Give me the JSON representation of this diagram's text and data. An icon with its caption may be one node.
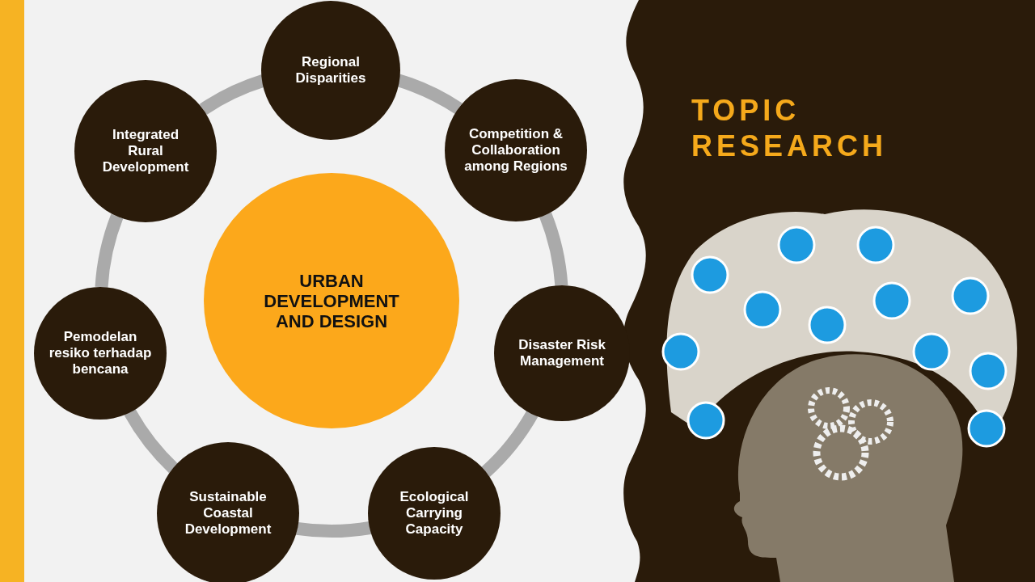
{
  "diagram": {
    "title": "TOPIC RESEARCH",
    "nodes": [
      {
        "text": [
          "URBAN DEVELOPMENT AND DESIGN"
        ]
      },
      {
        "text": [
          "Regional Disparities"
        ]
      },
      {
        "text": [
          "Competition & Collaboration among Regions"
        ]
      },
      {
        "text": [
          "Disaster Risk Management"
        ]
      },
      {
        "text": [
          "Ecological Carrying Capacity"
        ]
      },
      {
        "text": [
          "Sustainable Coastal Development"
        ]
      },
      {
        "text": [
          "Pemodelan resiko terhadap bencana"
        ]
      },
      {
        "text": [
          "Integrated Rural Development"
        ]
      }
    ],
    "edges": [
      {
        "from": 1,
        "to": 2,
        "arrow": "none"
      },
      {
        "from": 2,
        "to": 3,
        "arrow": "none"
      },
      {
        "from": 3,
        "to": 4,
        "arrow": "none"
      },
      {
        "from": 4,
        "to": 5,
        "arrow": "none"
      },
      {
        "from": 5,
        "to": 6,
        "arrow": "none"
      },
      {
        "from": 6,
        "to": 7,
        "arrow": "none"
      },
      {
        "from": 7,
        "to": 1,
        "arrow": "none"
      }
    ]
  }
}
